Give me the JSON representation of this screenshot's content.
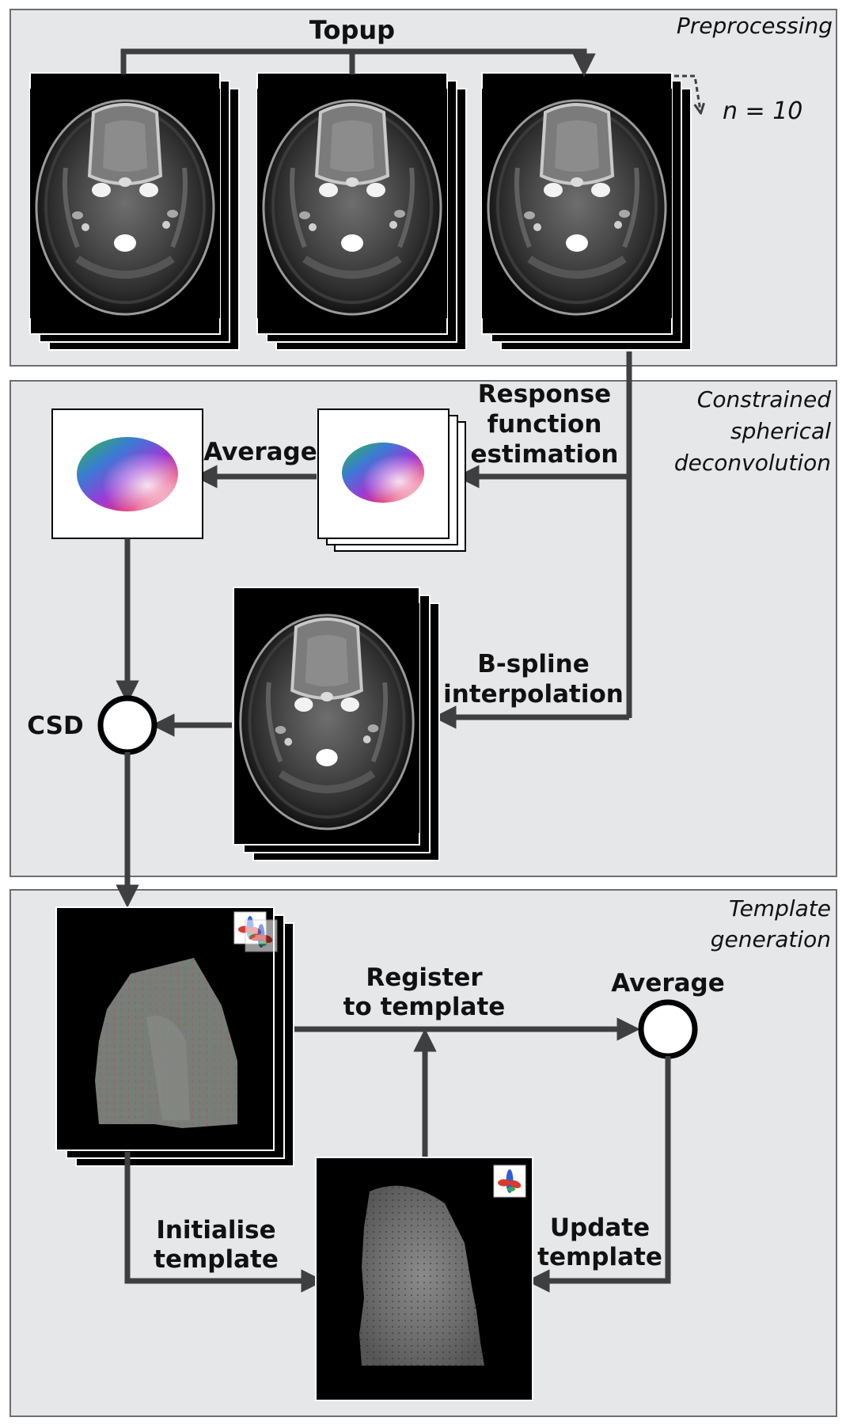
{
  "sections": {
    "preprocessing": "Preprocessing",
    "csd_line1": "Constrained",
    "csd_line2": "spherical",
    "csd_line3": "deconvolution",
    "template_line1": "Template",
    "template_line2": "generation"
  },
  "labels": {
    "topup": "Topup",
    "n": "n = 10",
    "response_1": "Response",
    "response_2": "function",
    "response_3": "estimation",
    "average_top": "Average",
    "bspline_1": "B-spline",
    "bspline_2": "interpolation",
    "csd": "CSD",
    "register_1": "Register",
    "register_2": "to template",
    "average_bottom": "Average",
    "initialise_1": "Initialise",
    "initialise_2": "template",
    "update_1": "Update",
    "update_2": "template"
  },
  "colors": {
    "panel_bg": "#e6e7e9",
    "panel_border": "#6d6e71",
    "arrow": "#3f3f41"
  }
}
